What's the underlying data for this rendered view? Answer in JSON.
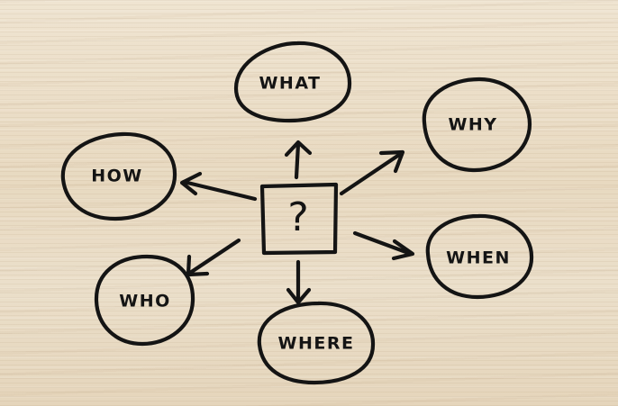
{
  "center": {
    "label": "?"
  },
  "nodes": {
    "what": "WHAT",
    "why": "WHY",
    "how": "HOW",
    "when": "WHEN",
    "who": "WHO",
    "where": "WHERE"
  },
  "colors": {
    "ink": "#141414",
    "wood": "#e9dcc6"
  }
}
